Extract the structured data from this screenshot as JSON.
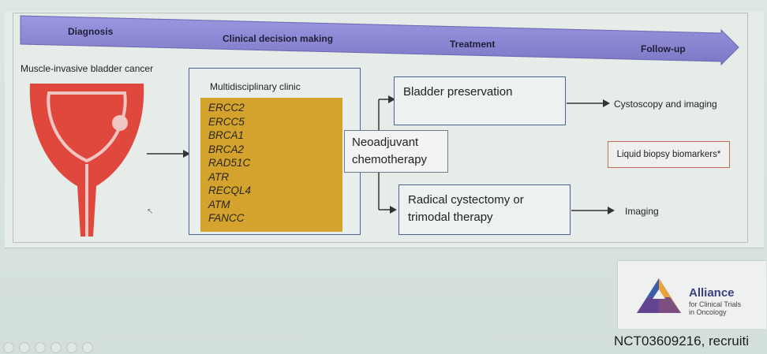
{
  "timeline": {
    "stages": [
      "Diagnosis",
      "Clinical decision making",
      "Treatment",
      "Follow-up"
    ]
  },
  "diagnosis": {
    "label": "Muscle-invasive bladder cancer"
  },
  "clinic": {
    "title": "Multidisciplinary clinic",
    "genes": [
      "ERCC2",
      "ERCC5",
      "BRCA1",
      "BRCA2",
      "RAD51C",
      "ATR",
      "RECQL4",
      "ATM",
      "FANCC"
    ]
  },
  "neoadjuvant": {
    "line1": "Neoadjuvant",
    "line2": "chemotherapy"
  },
  "treatment": {
    "preservation": "Bladder preservation",
    "radical_line1": "Radical cystectomy or",
    "radical_line2": "trimodal therapy"
  },
  "followup": {
    "preservation": "Cystoscopy and imaging",
    "liquid": "Liquid biopsy biomarkers*",
    "radical": "Imaging"
  },
  "logo": {
    "name": "Alliance",
    "tagline_line1": "for Clinical Trials",
    "tagline_line2": "in Oncology"
  },
  "trial_id": "NCT03609216, recruiti",
  "colors": {
    "timeline_arrow": "#8b86d4",
    "bladder_red": "#e0483e",
    "gene_panel": "#d3a32d",
    "box_border": "#4e5f9c",
    "liquid_border": "#c9695e"
  }
}
